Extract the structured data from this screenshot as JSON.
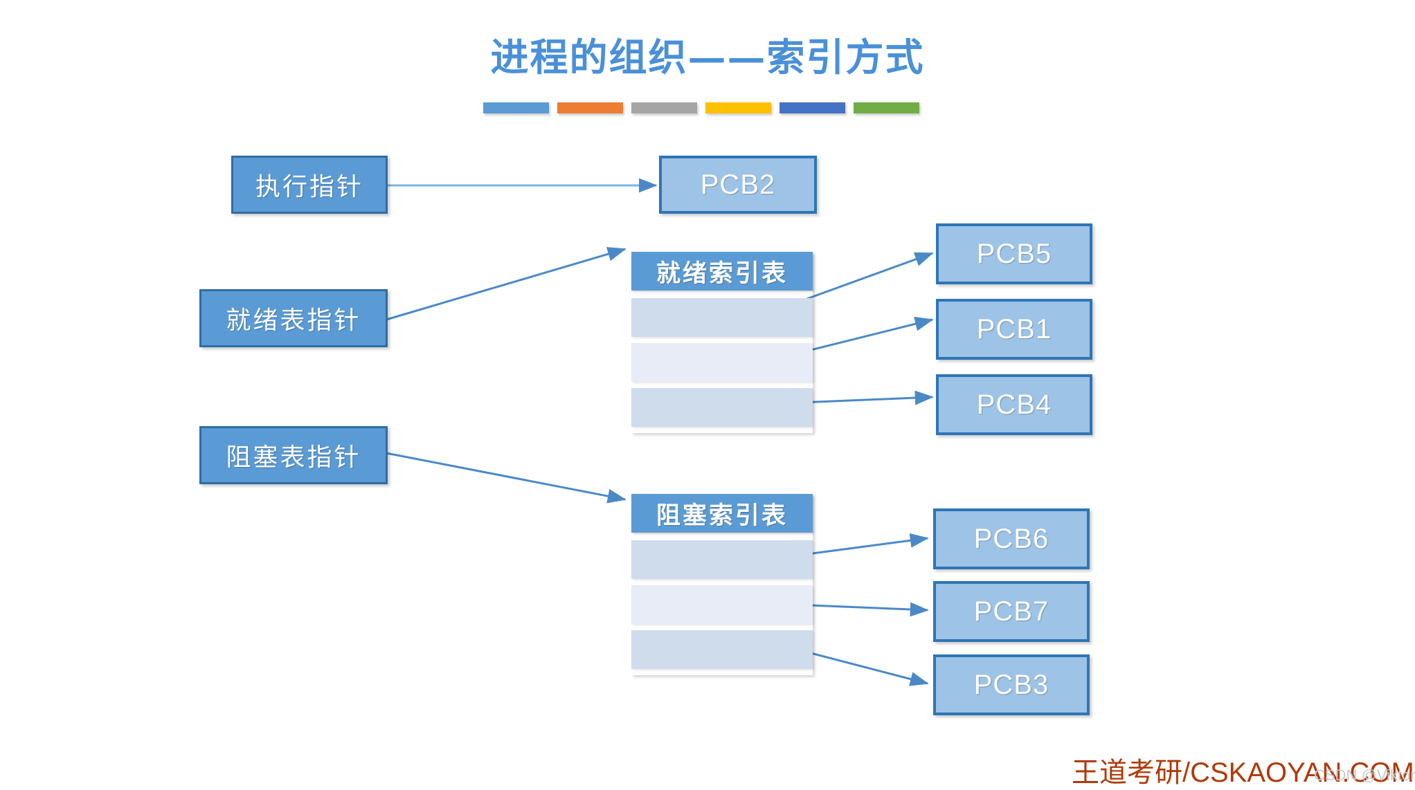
{
  "slide": {
    "title": "进程的组织——索引方式",
    "background_color": "#FFFFFF",
    "title_color": "#4A90D9"
  },
  "title_bars": [
    {
      "name": "bar-blue",
      "color": "#5B9BD5"
    },
    {
      "name": "bar-orange",
      "color": "#ED7D31"
    },
    {
      "name": "bar-gray",
      "color": "#A5A5A5"
    },
    {
      "name": "bar-yellow",
      "color": "#FFC000"
    },
    {
      "name": "bar-navy",
      "color": "#4472C4"
    },
    {
      "name": "bar-green",
      "color": "#70AD47"
    }
  ],
  "pointers": [
    {
      "id": "exec",
      "label": "执行指针"
    },
    {
      "id": "ready",
      "label": "就绪表指针"
    },
    {
      "id": "blocked",
      "label": "阻塞表指针"
    }
  ],
  "tables": {
    "ready": {
      "header": "就绪索引表",
      "row_count": 3
    },
    "blocked": {
      "header": "阻塞索引表",
      "row_count": 3
    }
  },
  "pcbs": [
    {
      "id": "pcb2",
      "label": "PCB2"
    },
    {
      "id": "pcb5",
      "label": "PCB5"
    },
    {
      "id": "pcb1",
      "label": "PCB1"
    },
    {
      "id": "pcb4",
      "label": "PCB4"
    },
    {
      "id": "pcb6",
      "label": "PCB6"
    },
    {
      "id": "pcb7",
      "label": "PCB7"
    },
    {
      "id": "pcb3",
      "label": "PCB3"
    }
  ],
  "colors": {
    "pointer_fill": "#5B9BD5",
    "pointer_border": "#2E6DA4",
    "pcb_fill": "#9DC3E6",
    "pcb_border": "#2E75B6",
    "table_header_fill": "#5B9BD5",
    "table_row_a": "#CFDCEC",
    "table_row_b": "#E8ECF6",
    "connector": "#4A89C8",
    "brand": "#B03A0A"
  },
  "footer": {
    "brand": "王道考研/CSKAOYAN.COM",
    "watermark": "CSDN @Viktoriae"
  }
}
